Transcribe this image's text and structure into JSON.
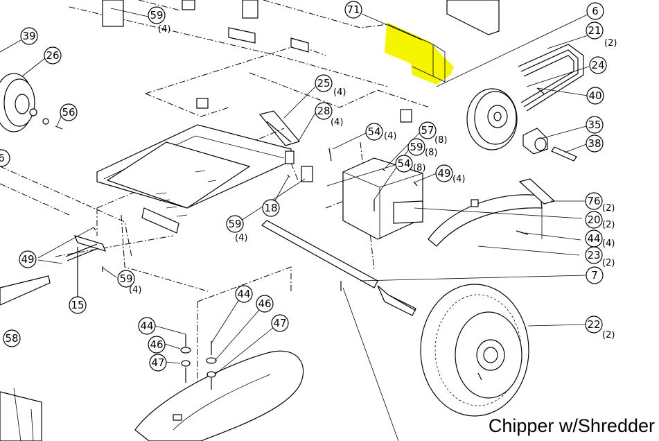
{
  "caption": "Chipper w/Shredder",
  "highlight_color": "#f5f500",
  "callouts": [
    {
      "id": "c71",
      "num": "71",
      "qty": ""
    },
    {
      "id": "c6",
      "num": "6",
      "qty": ""
    },
    {
      "id": "c21",
      "num": "21",
      "qty": "(2)"
    },
    {
      "id": "c24",
      "num": "24",
      "qty": ""
    },
    {
      "id": "c40",
      "num": "40",
      "qty": ""
    },
    {
      "id": "c35",
      "num": "35",
      "qty": ""
    },
    {
      "id": "c38",
      "num": "38",
      "qty": ""
    },
    {
      "id": "c39",
      "num": "39",
      "qty": ""
    },
    {
      "id": "c26",
      "num": "26",
      "qty": ""
    },
    {
      "id": "c56",
      "num": "56",
      "qty": ""
    },
    {
      "id": "c6b",
      "num": "6",
      "qty": ""
    },
    {
      "id": "c59a",
      "num": "59",
      "qty": "(4)"
    },
    {
      "id": "c25",
      "num": "25",
      "qty": "(4)"
    },
    {
      "id": "c28",
      "num": "28",
      "qty": "(4)"
    },
    {
      "id": "c54a",
      "num": "54",
      "qty": "(4)"
    },
    {
      "id": "c57",
      "num": "57",
      "qty": "(8)"
    },
    {
      "id": "c59b",
      "num": "59",
      "qty": "(8)"
    },
    {
      "id": "c54b",
      "num": "54",
      "qty": "(8)"
    },
    {
      "id": "c49a",
      "num": "49",
      "qty": "(4)"
    },
    {
      "id": "c18",
      "num": "18",
      "qty": ""
    },
    {
      "id": "c59c",
      "num": "59",
      "qty": "(4)"
    },
    {
      "id": "c76",
      "num": "76",
      "qty": "(2)"
    },
    {
      "id": "c20",
      "num": "20",
      "qty": "(2)"
    },
    {
      "id": "c44a",
      "num": "44",
      "qty": "(4)"
    },
    {
      "id": "c23",
      "num": "23",
      "qty": "(2)"
    },
    {
      "id": "c7",
      "num": "7",
      "qty": ""
    },
    {
      "id": "c49b",
      "num": "49",
      "qty": ""
    },
    {
      "id": "c59d",
      "num": "59",
      "qty": "(4)"
    },
    {
      "id": "c15",
      "num": "15",
      "qty": ""
    },
    {
      "id": "c22",
      "num": "22",
      "qty": "(2)"
    },
    {
      "id": "c44b",
      "num": "44",
      "qty": ""
    },
    {
      "id": "c46a",
      "num": "46",
      "qty": ""
    },
    {
      "id": "c47a",
      "num": "47",
      "qty": ""
    },
    {
      "id": "c44c",
      "num": "44",
      "qty": ""
    },
    {
      "id": "c46b",
      "num": "46",
      "qty": ""
    },
    {
      "id": "c47b",
      "num": "47",
      "qty": ""
    },
    {
      "id": "c58",
      "num": "58",
      "qty": ""
    }
  ]
}
